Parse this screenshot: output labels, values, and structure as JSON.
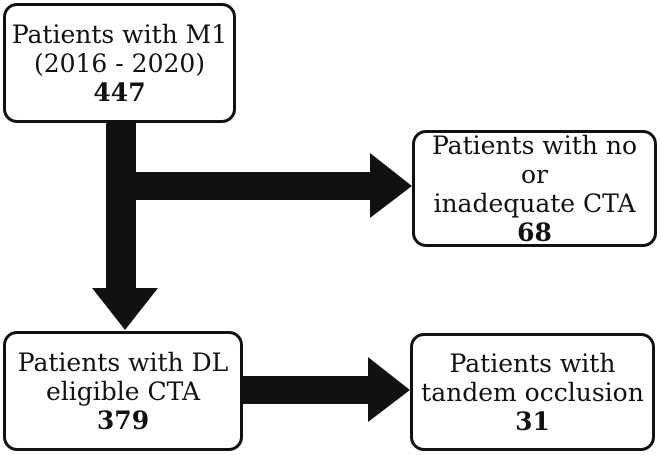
{
  "boxes": {
    "m1": {
      "line1": "Patients with M1",
      "line2": "(2016 - 2020)",
      "count": "447"
    },
    "no_cta": {
      "line1": "Patients with no or",
      "line2": "inadequate CTA",
      "count": "68"
    },
    "dl_eligible": {
      "line1": "Patients with DL",
      "line2": "eligible CTA",
      "count": "379"
    },
    "tandem": {
      "line1": "Patients with",
      "line2": "tandem occlusion",
      "count": "31"
    }
  },
  "colors": {
    "stroke": "#111111",
    "background": "#ffffff"
  }
}
